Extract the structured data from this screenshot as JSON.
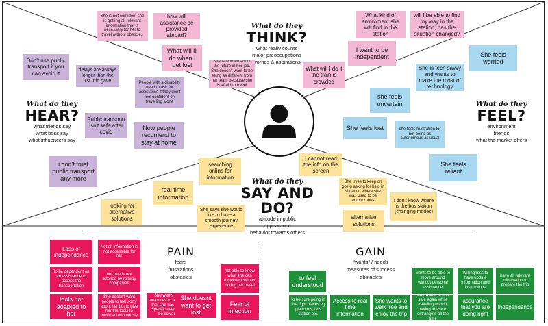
{
  "think": {
    "question": "What do they",
    "title": "THINK?",
    "lines": [
      "what really counts",
      "major preoccupations",
      "worries & aspirations"
    ]
  },
  "hear": {
    "question": "What do they",
    "title": "HEAR?",
    "lines": [
      "what friends say",
      "what boss say",
      "what influencers say"
    ]
  },
  "feel": {
    "question": "What do they",
    "title": "FEEL?",
    "lines": [
      "environment",
      "friends",
      "what the market offers"
    ]
  },
  "say_do": {
    "question": "What do they",
    "title": "SAY AND DO?",
    "lines": [
      "attitude in public",
      "appearance",
      "behavior towards others"
    ]
  },
  "pain": {
    "title": "PAIN",
    "lines": [
      "fears",
      "frustrations",
      "obstacles"
    ]
  },
  "gain": {
    "title": "GAIN",
    "lines": [
      "“wants” / needs",
      "measures of success",
      "obstacles"
    ]
  },
  "colors": {
    "pink": "#f2b8d4",
    "purple": "#c9b3d9",
    "blue": "#a8d8f0",
    "yellow": "#fde29a",
    "red": "#e9185c",
    "green": "#1f8f3a"
  },
  "persona_icon": "user-icon",
  "think_notes": [
    "She is not confident she is getting all relevant information that is necessary for her to travel without obsticles",
    "how will assistance be provided abroad?",
    "What will ill do when I get lost",
    "She is worried about the future in her job. She doesn't want to be seing as different from her team because she is afraid to travel",
    "What kind of enviroment she will find in the station",
    "will I be able to find my way in the station, has the situation changed?",
    "I want to be independent",
    "What will I do if the train is crowded"
  ],
  "hear_notes": [
    "Don't use public transport if you can avoid it",
    "delays are always longer than the 1st info gave",
    "People with a disability need to ask for assistance if they don't feel confident on travelling alone",
    "Public transport isn't safe after covid",
    "Now people recomend to stay at home",
    "i don't trust public transport any more"
  ],
  "feel_notes": [
    "She feels worried",
    "She is tech savvy and wants to make the most of technology",
    "she feels uncertain",
    "She feels lost",
    "she feels frustration for not being as autonomous as usual",
    "She feels reliant"
  ],
  "say_notes": [
    "searching online for information",
    "I cannot read the info on the screen",
    "real time information",
    "She tryes to keep on going asking for help in situation where she was used to be autonomous",
    "looking for alternative solutions",
    "She says she would like to have a smooth journey experience",
    "I don't know where is the bus station (changing modes)",
    "alternative solutions"
  ],
  "pain_notes": [
    "Loss of independance",
    "Not all information is not accessible for her",
    "To be dependent on an assistance to access the transportation",
    "her needs not listened by railway companies",
    "not able to know what she can expect/encounter during her travel",
    "tools not adapted to her",
    "She doesn't want people to feel sorry about her but to give her the tools to move autonomously",
    "She wants the autorities to realise that she has also specific needs to be solved",
    "She doesnt want to get lost",
    "Fear of infection"
  ],
  "gain_notes": [
    "wants to be able to move around without personal assistance",
    "Willingness to have update information and instructions",
    "have all relevant information to prepare the trip",
    "to feel understood",
    "to be sure going in the right places eg platforms, bus station etc.",
    "Access to real time information",
    "She wants to walk free and enjoy the trip",
    "She wants to feel safe again while traveling without having to ask to estrangers all the time",
    "assurance that you are doing right",
    "Independance"
  ]
}
